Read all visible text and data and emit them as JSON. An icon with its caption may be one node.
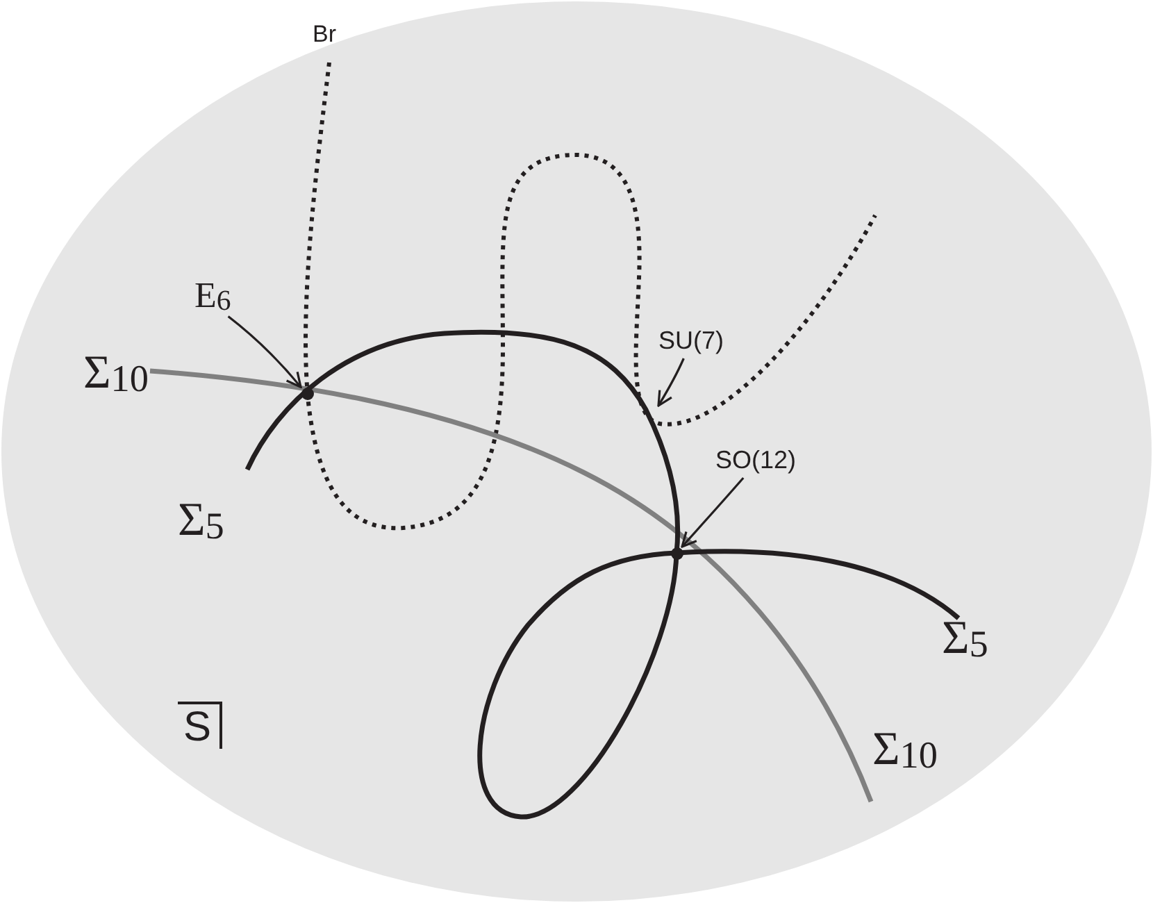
{
  "diagram": {
    "nodes": [
      {
        "text": [
          "E$_{6}$"
        ]
      },
      {
        "text": [],
        "shape": "circle"
      },
      {
        "text": [
          "SU(7)"
        ]
      },
      {
        "text": [
          "SO(12)"
        ]
      },
      {
        "text": [],
        "shape": "circle"
      }
    ],
    "edges": [
      {
        "from": 0,
        "to": 1,
        "arrow": "to"
      },
      {
        "from": 2,
        "to": null,
        "arrow": "to"
      },
      {
        "from": 3,
        "to": 4,
        "arrow": "to"
      }
    ],
    "labels": [
      "Br",
      "Σ$_{10}$",
      "Σ$_{5}$",
      "Σ$_{5}$",
      "S",
      "Σ$_{10}$"
    ]
  }
}
